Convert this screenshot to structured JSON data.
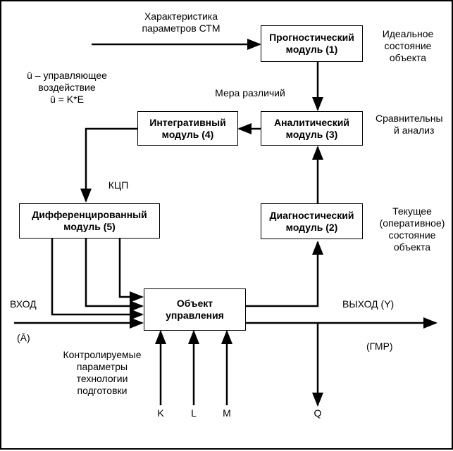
{
  "boxes": {
    "prognostic": {
      "line1": "Прогностический",
      "line2": "модуль (1)"
    },
    "analytic": {
      "line1": "Аналитический",
      "line2": "модуль (3)"
    },
    "integrative": {
      "line1": "Интегративный",
      "line2": "модуль (4)"
    },
    "differentiated": {
      "line1": "Дифференцированный",
      "line2": "модуль (5)"
    },
    "diagnostic": {
      "line1": "Диагностический",
      "line2": "модуль (2)"
    },
    "object": {
      "line1": "Объект",
      "line2": "управления"
    }
  },
  "labels": {
    "characteristic": {
      "line1": "Характеристика",
      "line2": "параметров СТМ"
    },
    "ideal_state": {
      "line1": "Идеальное",
      "line2": "состояние",
      "line3": "объекта"
    },
    "control_action": {
      "line1": "ū – управляющее",
      "line2": "воздействие",
      "line3": "ū = K*E"
    },
    "difference_measure": "Мера различий",
    "comparative_analysis": {
      "line1": "Сравнительны",
      "line2": "й анализ"
    },
    "kcp": "КЦП",
    "current_state": {
      "line1": "Текущее",
      "line2": "(оперативное)",
      "line3": "состояние",
      "line4": "объекта"
    },
    "input": "ВХОД",
    "input_symbol": "(Ā)",
    "output": "ВЫХОД (Y)",
    "gmr": "(ГМР)",
    "controlled_params": {
      "line1": "Контролируемые",
      "line2": "параметры",
      "line3": "технологии",
      "line4": "подготовки"
    },
    "k": "K",
    "l": "L",
    "m": "M",
    "q": "Q"
  }
}
